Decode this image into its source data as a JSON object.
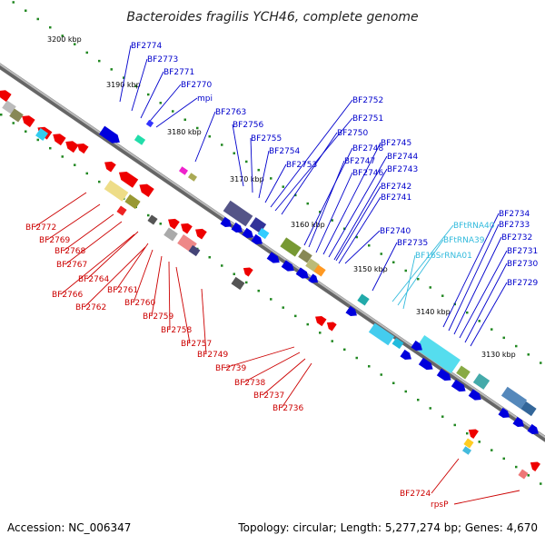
{
  "title": "Bacteroides fragilis YCH46, complete genome",
  "footer": {
    "accession": "Accession: NC_006347",
    "summary": "Topology: circular; Length: 5,277,274 bp; Genes: 4,670"
  },
  "colors": {
    "forward": "#0000cc",
    "reverse": "#cc0000",
    "rna": "#33bbdd",
    "backbone": "#999999"
  },
  "kbp_labels": [
    "3200 kbp",
    "3190 kbp",
    "3180 kbp",
    "3170 kbp",
    "3160 kbp",
    "3150 kbp",
    "3140 kbp",
    "3130 kbp"
  ],
  "forward_labels": [
    "BF2774",
    "BF2773",
    "BF2771",
    "BF2770",
    "mpi",
    "BF2763",
    "BF2756",
    "BF2755",
    "BF2754",
    "BF2753",
    "BF2752",
    "BF2751",
    "BF2750",
    "BF2748",
    "BF2747",
    "BF2746",
    "BF2745",
    "BF2744",
    "BF2743",
    "BF2742",
    "BF2741",
    "BF2740",
    "BF2735",
    "BF2734",
    "BF2733",
    "BF2732",
    "BF2731",
    "BF2730",
    "BF2729"
  ],
  "rna_labels": [
    "BFtRNA40",
    "BFtRNA39",
    "BF16SrRNA01"
  ],
  "reverse_labels": [
    "BF2772",
    "BF2769",
    "BF2768",
    "BF2767",
    "BF2764",
    "BF2766",
    "BF2761",
    "BF2762",
    "BF2760",
    "BF2759",
    "BF2758",
    "BF2757",
    "BF2749",
    "BF2739",
    "BF2738",
    "BF2737",
    "BF2736",
    "BF2724",
    "rpsP"
  ]
}
